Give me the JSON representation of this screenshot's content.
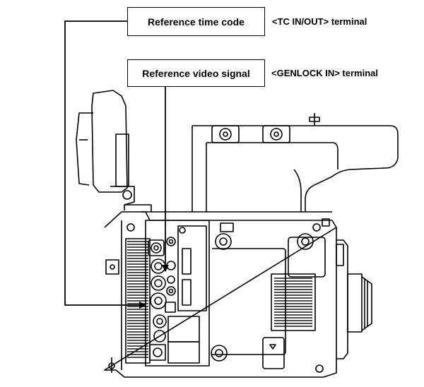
{
  "callouts": [
    {
      "label": "Reference time code",
      "terminal": "<TC IN/OUT> terminal"
    },
    {
      "label": "Reference video signal",
      "terminal": "<GENLOCK IN> terminal"
    }
  ]
}
